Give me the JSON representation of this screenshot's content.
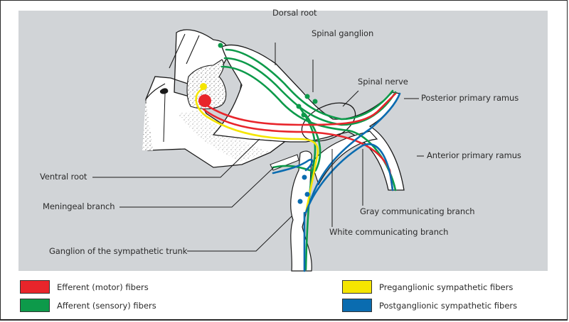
{
  "diagram": {
    "subject": "Spinal nerve fiber components",
    "labels": {
      "dorsal_root": "Dorsal root",
      "spinal_ganglion": "Spinal ganglion",
      "spinal_nerve": "Spinal nerve",
      "posterior_primary_ramus": "Posterior primary ramus",
      "anterior_primary_ramus": "Anterior primary ramus",
      "ventral_root": "Ventral root",
      "meningeal_branch": "Meningeal branch",
      "gray_communicating_branch": "Gray communicating branch",
      "white_communicating_branch": "White communicating branch",
      "ganglion_sympathetic_trunk": "Ganglion of the sympathetic trunk"
    },
    "colors": {
      "efferent": "#e8252b",
      "afferent": "#0d9a4a",
      "preganglionic": "#f5e500",
      "postganglionic": "#0a6cb0",
      "panel": "#d1d4d7",
      "outline": "#1a1a1a"
    }
  },
  "legend": [
    {
      "key": "efferent",
      "label": "Efferent (motor) fibers",
      "color": "#e8252b"
    },
    {
      "key": "afferent",
      "label": "Afferent (sensory) fibers",
      "color": "#0d9a4a"
    },
    {
      "key": "preganglionic",
      "label": "Preganglionic sympathetic fibers",
      "color": "#f5e500"
    },
    {
      "key": "postganglionic",
      "label": "Postganglionic sympathetic fibers",
      "color": "#0a6cb0"
    }
  ]
}
